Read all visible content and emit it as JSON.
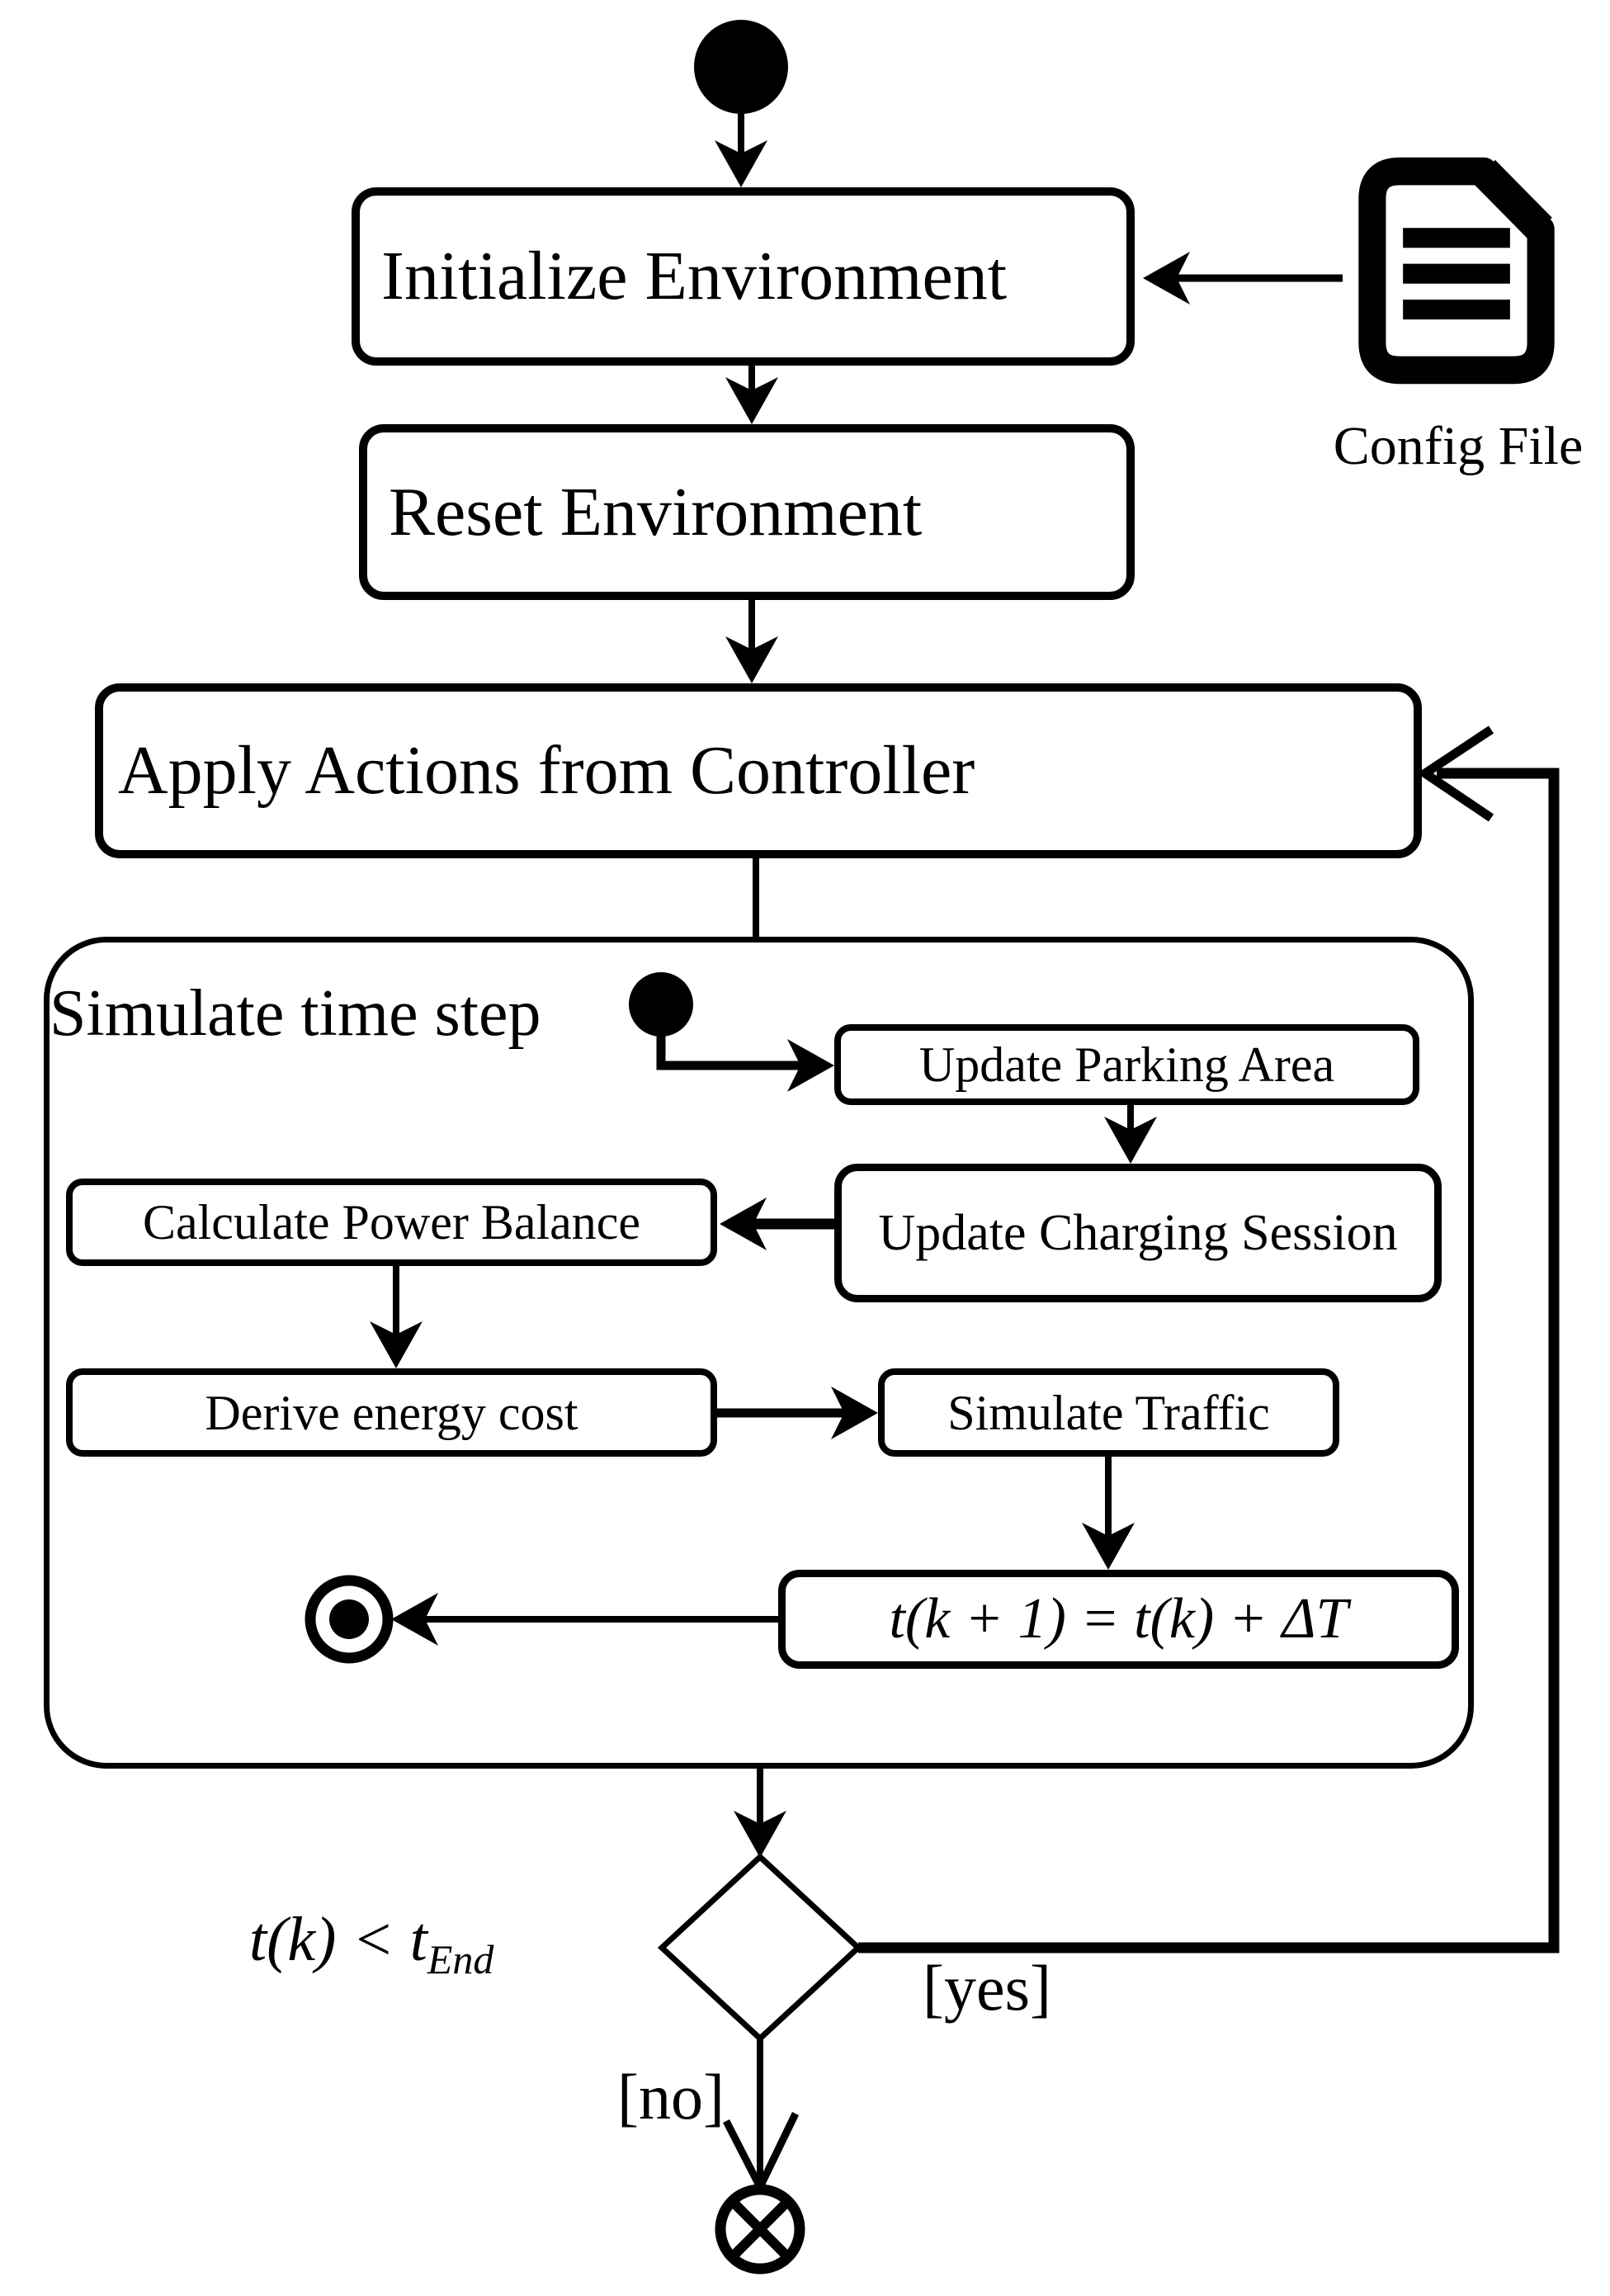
{
  "diagram_type": "uml-activity-flowchart",
  "colors": {
    "ink": "#000000",
    "paper": "#ffffff"
  },
  "nodes": {
    "initialize_environment": "Initialize Environment",
    "reset_environment": "Reset Environment",
    "apply_actions": "Apply Actions from Controller",
    "simulate_time_step": "Simulate time step",
    "update_parking_area": "Update Parking Area",
    "update_charging_session": "Update Charging Session",
    "calculate_power_balance": "Calculate Power Balance",
    "derive_energy_cost": "Derive energy cost",
    "simulate_traffic": "Simulate Traffic",
    "time_update_formula": "t(k + 1) = t(k) + ΔT"
  },
  "labels": {
    "config_file": "Config File",
    "guard_condition_main": "t(k) < t",
    "guard_condition_subscript": "End",
    "branch_yes": "[yes]",
    "branch_no": "[no]"
  },
  "icons": {
    "start_node": "filled-circle",
    "inner_start_node": "filled-circle",
    "activity_final_node": "bullseye-circle",
    "flow_final_node": "circle-with-x",
    "decision_node": "diamond-outline",
    "config_file_icon": "document-with-folded-corner-and-text-lines"
  }
}
